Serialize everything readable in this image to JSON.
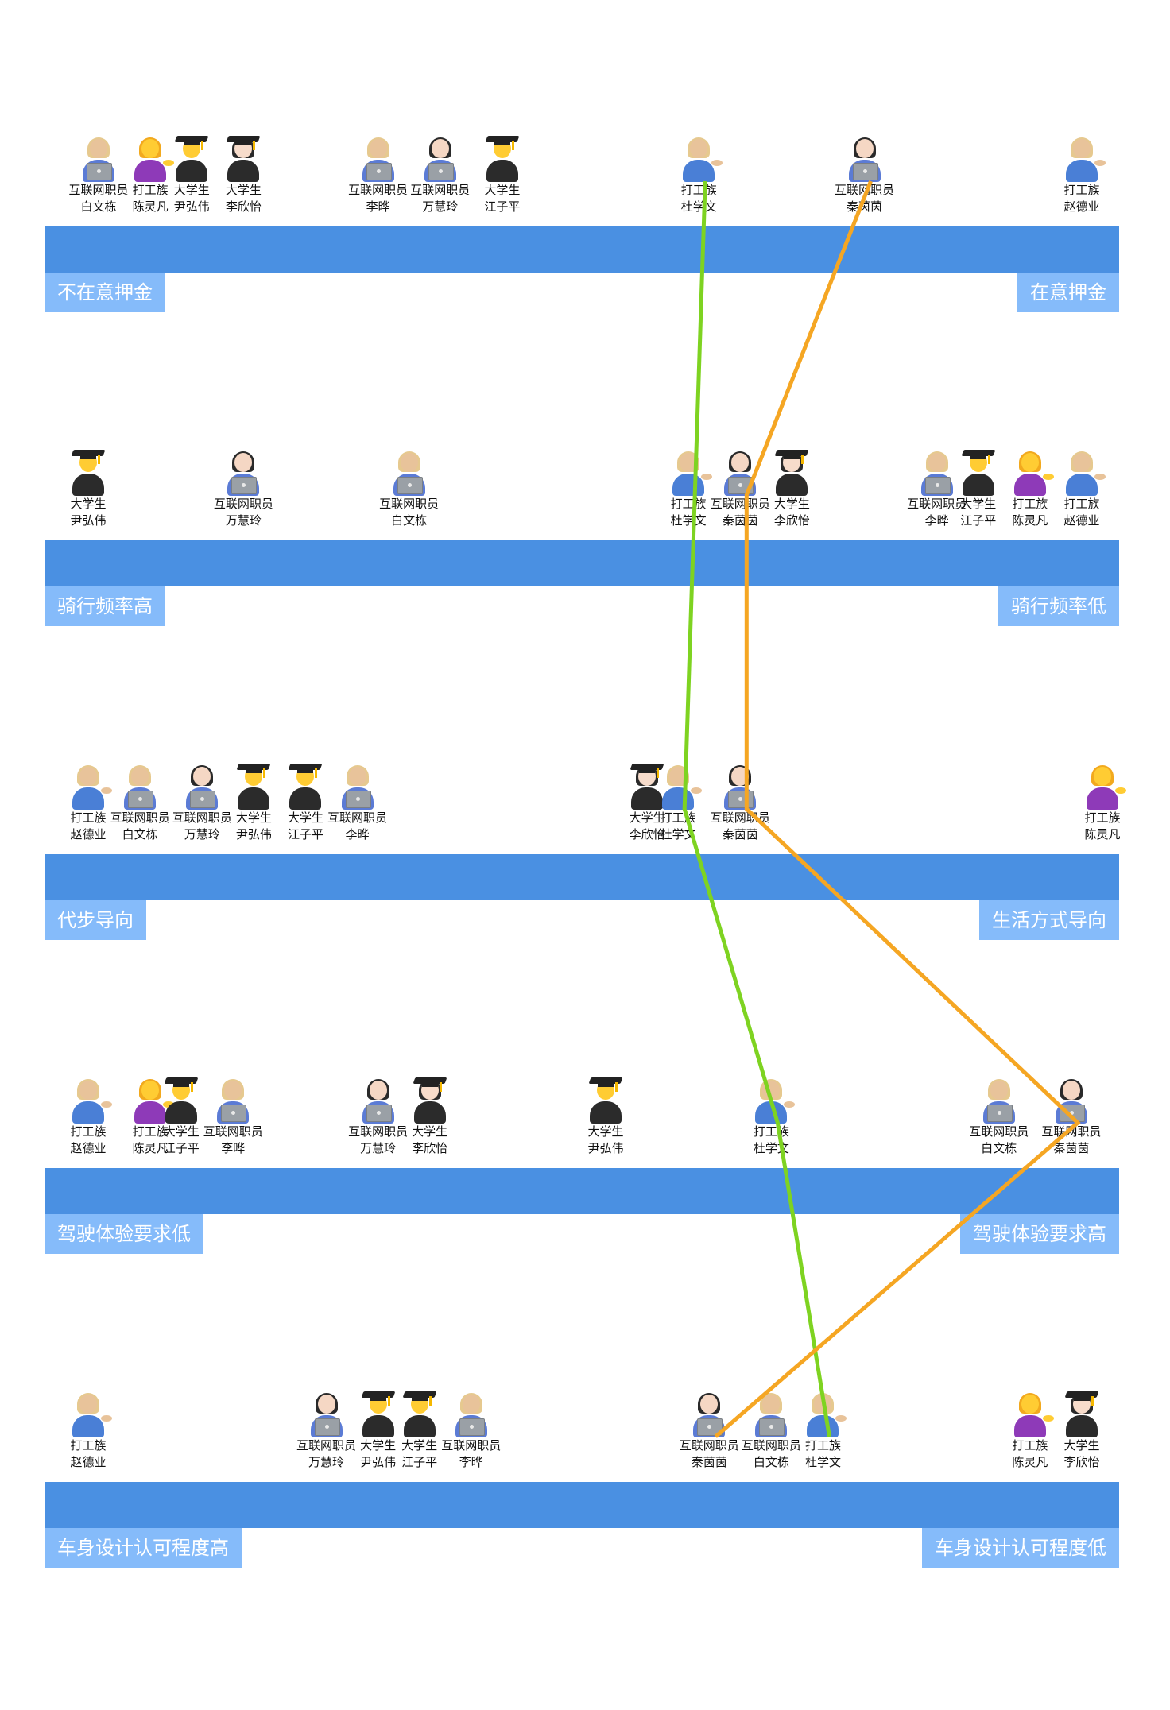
{
  "dimensions": [
    {
      "left_label": "不在意押金",
      "right_label": "在意押金"
    },
    {
      "left_label": "骑行频率高",
      "right_label": "骑行频率低"
    },
    {
      "left_label": "代步导向",
      "right_label": "生活方式导向"
    },
    {
      "left_label": "驾驶体验要求低",
      "right_label": "驾驶体验要求高"
    },
    {
      "left_label": "车身设计认可程度高",
      "right_label": "车身设计认可程度低"
    }
  ],
  "people": {
    "白文栋": {
      "role": "互联网职员",
      "avatar": "laptop-blond-man",
      "positions": [
        0.03,
        0.33,
        0.07,
        0.9,
        0.68
      ]
    },
    "陈灵凡": {
      "role": "打工族",
      "avatar": "tipping-hand-woman",
      "positions": [
        0.08,
        0.93,
        1.0,
        0.08,
        0.93
      ]
    },
    "尹弘伟": {
      "role": "大学生",
      "avatar": "graduate-man",
      "positions": [
        0.12,
        0.02,
        0.18,
        0.52,
        0.3
      ]
    },
    "李欣怡": {
      "role": "大学生",
      "avatar": "graduate-woman",
      "positions": [
        0.17,
        0.7,
        0.56,
        0.35,
        0.98
      ]
    },
    "李晔": {
      "role": "互联网职员",
      "avatar": "laptop-blond-man",
      "positions": [
        0.3,
        0.84,
        0.28,
        0.16,
        0.39
      ]
    },
    "万慧玲": {
      "role": "互联网职员",
      "avatar": "laptop-woman",
      "positions": [
        0.36,
        0.17,
        0.13,
        0.3,
        0.25
      ]
    },
    "江子平": {
      "role": "大学生",
      "avatar": "graduate-man",
      "positions": [
        0.42,
        0.88,
        0.23,
        0.11,
        0.34
      ]
    },
    "杜学文": {
      "role": "打工族",
      "avatar": "tipping-hand-man",
      "positions": [
        0.61,
        0.6,
        0.59,
        0.68,
        0.73
      ]
    },
    "秦茵茵": {
      "role": "互联网职员",
      "avatar": "laptop-woman",
      "positions": [
        0.77,
        0.65,
        0.65,
        0.97,
        0.62
      ]
    },
    "赵德业": {
      "role": "打工族",
      "avatar": "tipping-hand-man",
      "positions": [
        0.98,
        0.98,
        0.02,
        0.02,
        0.02
      ]
    }
  },
  "highlight_paths": [
    {
      "person": "杜学文",
      "color": "#7ed321"
    },
    {
      "person": "秦茵茵",
      "color": "#f5a623"
    }
  ]
}
